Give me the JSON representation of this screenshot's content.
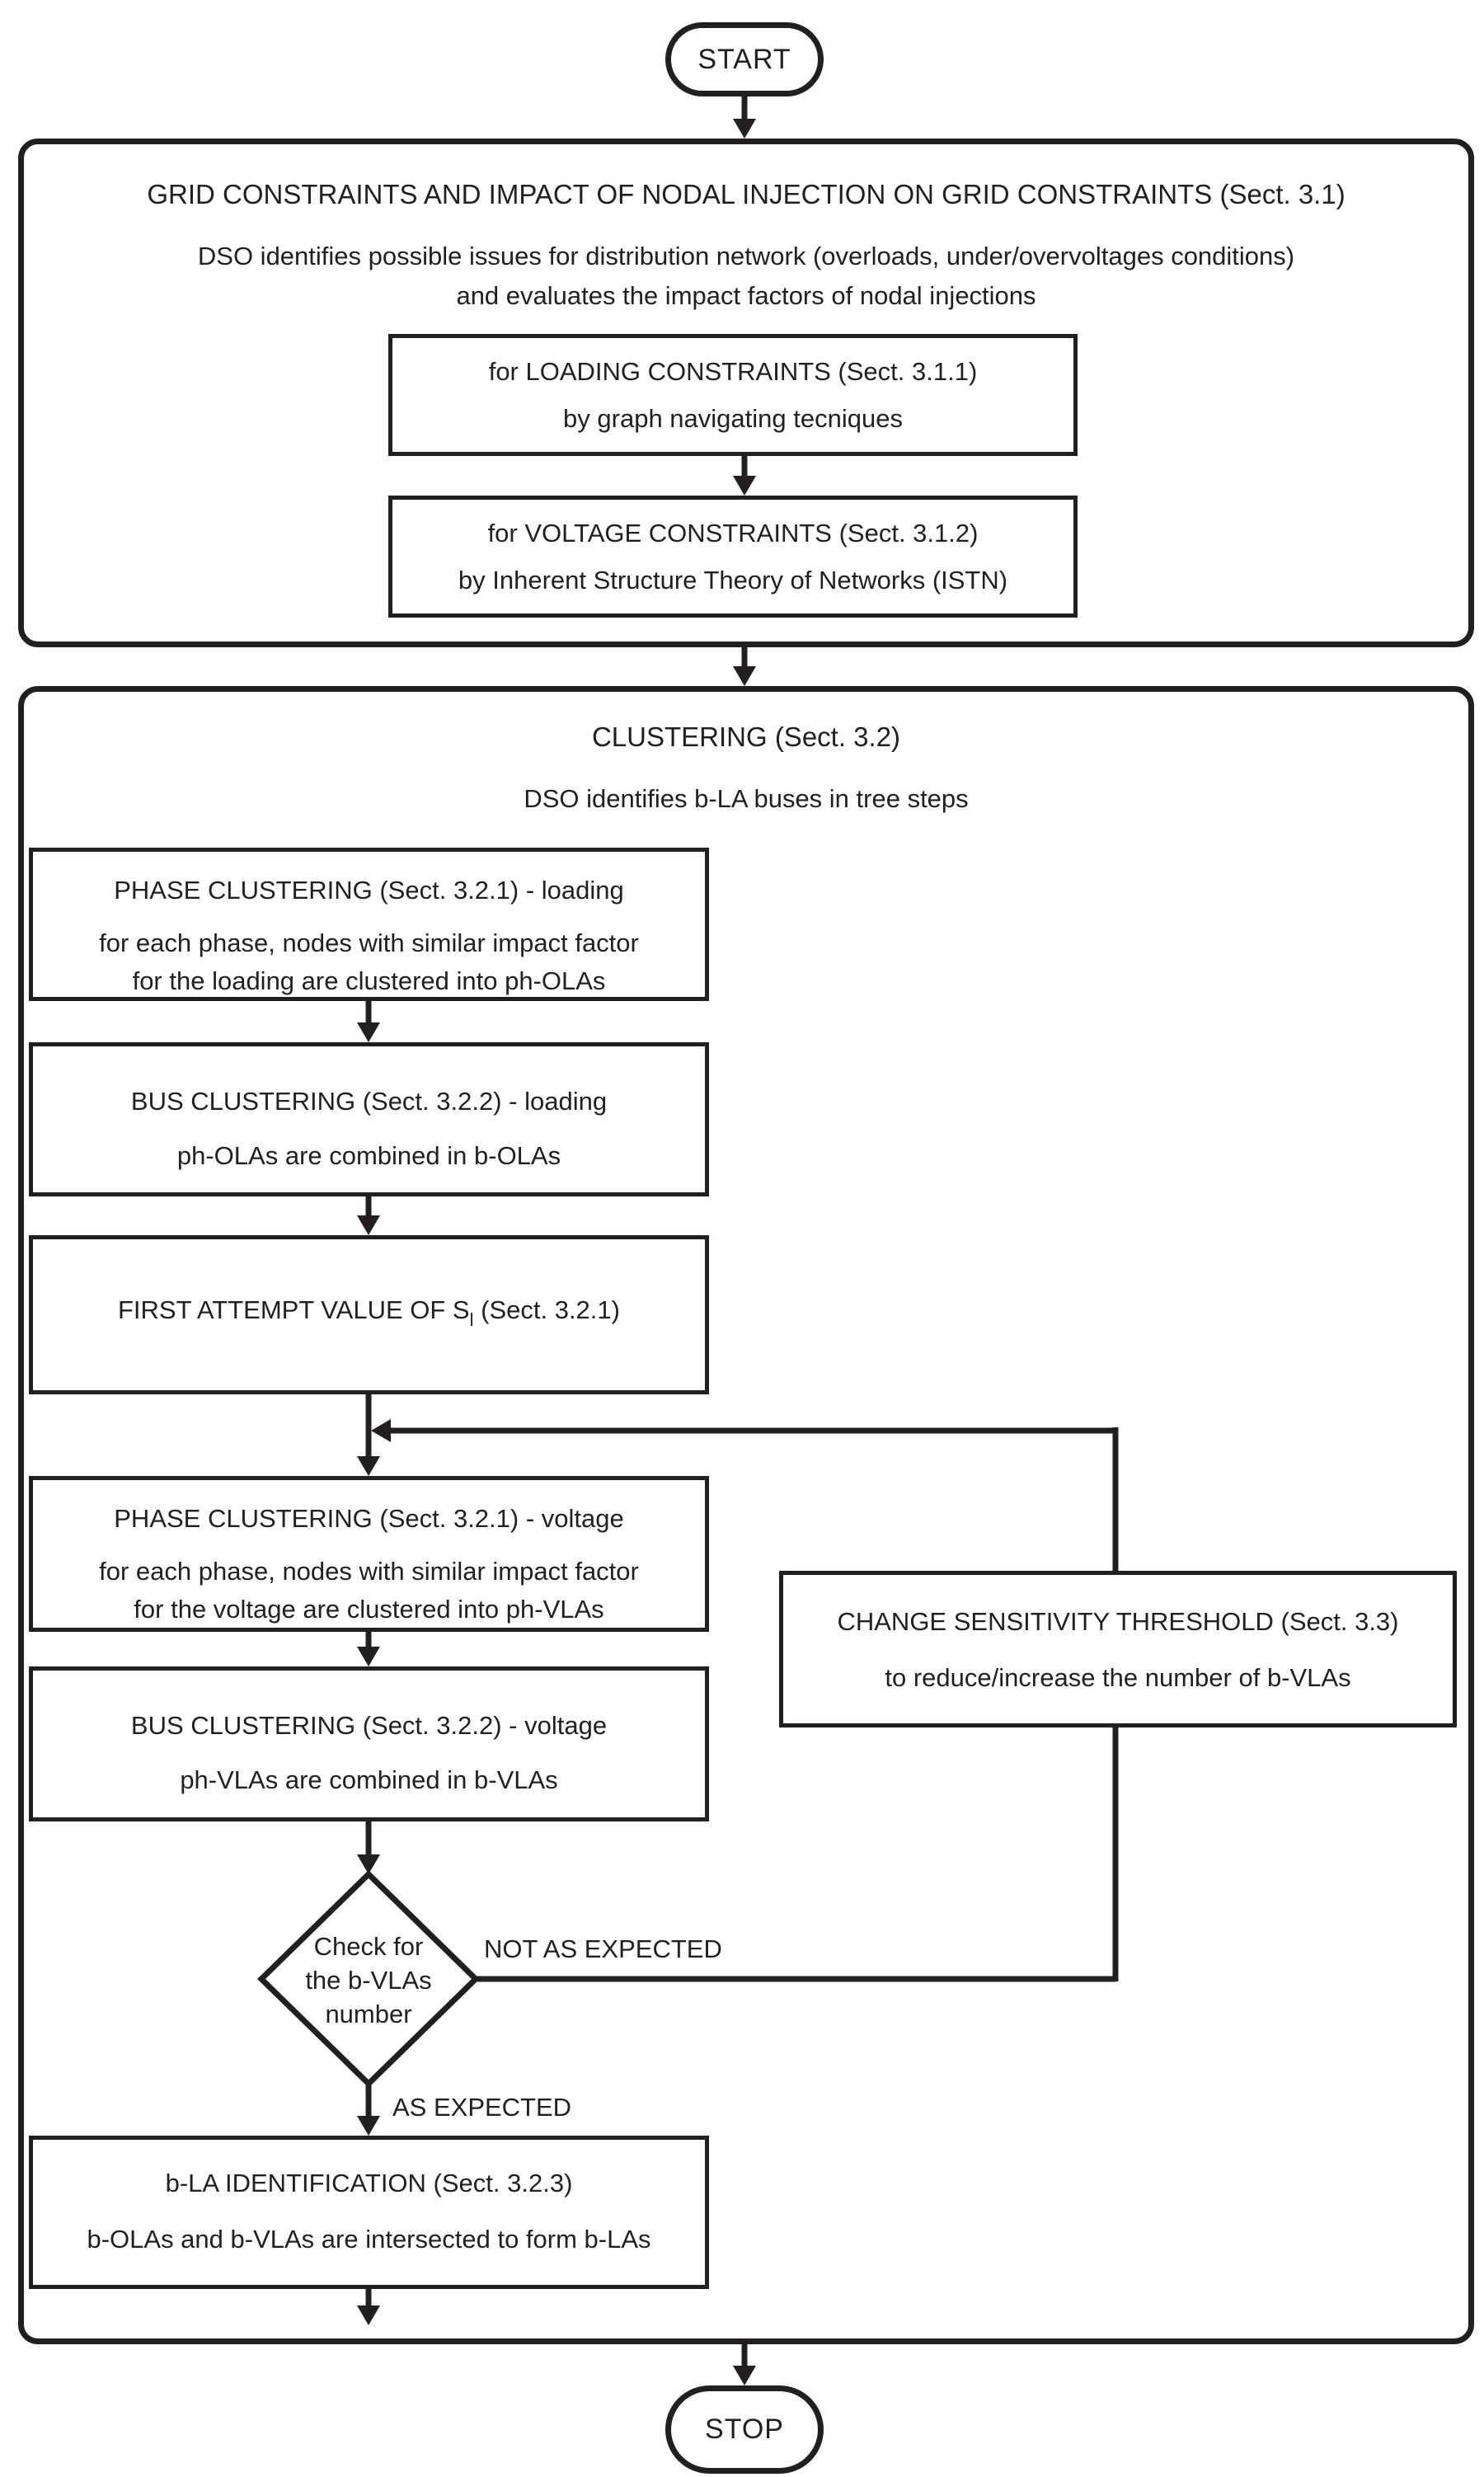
{
  "flow": {
    "start_label": "START",
    "stop_label": "STOP"
  },
  "section1": {
    "title": "GRID CONSTRAINTS AND IMPACT OF NODAL INJECTION ON GRID CONSTRAINTS (Sect. 3.1)",
    "subtitle1": "DSO identifies possible issues for distribution network (overloads, under/overvoltages conditions)",
    "subtitle2": "and evaluates the impact factors of nodal injections",
    "loading": {
      "line1": "for LOADING CONSTRAINTS (Sect. 3.1.1)",
      "line2": "by graph navigating tecniques"
    },
    "voltage": {
      "line1": "for VOLTAGE CONSTRAINTS (Sect. 3.1.2)",
      "line2": "by Inherent Structure Theory of Networks (ISTN)"
    }
  },
  "section2": {
    "title": "CLUSTERING (Sect. 3.2)",
    "subtitle": "DSO identifies b-LA buses in tree steps",
    "phase_loading": {
      "line1": "PHASE CLUSTERING (Sect. 3.2.1) - loading",
      "line2": "for each phase, nodes with similar impact factor",
      "line3": "for the loading are clustered into ph-OLAs"
    },
    "bus_loading": {
      "line1": "BUS CLUSTERING (Sect. 3.2.2) - loading",
      "line2": "ph-OLAs are combined in b-OLAs"
    },
    "first_attempt": {
      "prefix": "FIRST ATTEMPT VALUE OF S",
      "sub": "l",
      "suffix": " (Sect. 3.2.1)"
    },
    "phase_voltage": {
      "line1": "PHASE CLUSTERING (Sect. 3.2.1) - voltage",
      "line2": "for each phase, nodes with similar impact factor",
      "line3": "for the voltage are clustered into ph-VLAs"
    },
    "bus_voltage": {
      "line1": "BUS CLUSTERING (Sect. 3.2.2) - voltage",
      "line2": "ph-VLAs are combined in b-VLAs"
    },
    "decision": {
      "line1": "Check for",
      "line2": "the b-VLAs",
      "line3": "number"
    },
    "edge_labels": {
      "no": "NOT AS EXPECTED",
      "yes": "AS EXPECTED"
    },
    "change_threshold": {
      "line1": "CHANGE SENSITIVITY THRESHOLD (Sect. 3.3)",
      "line2": "to reduce/increase the number of b-VLAs"
    },
    "bla_identification": {
      "line1": "b-LA IDENTIFICATION (Sect. 3.2.3)",
      "line2": "b-OLAs and b-VLAs are intersected to form b-LAs"
    }
  },
  "colors": {
    "ink": "#231f20",
    "paper": "#ffffff"
  }
}
